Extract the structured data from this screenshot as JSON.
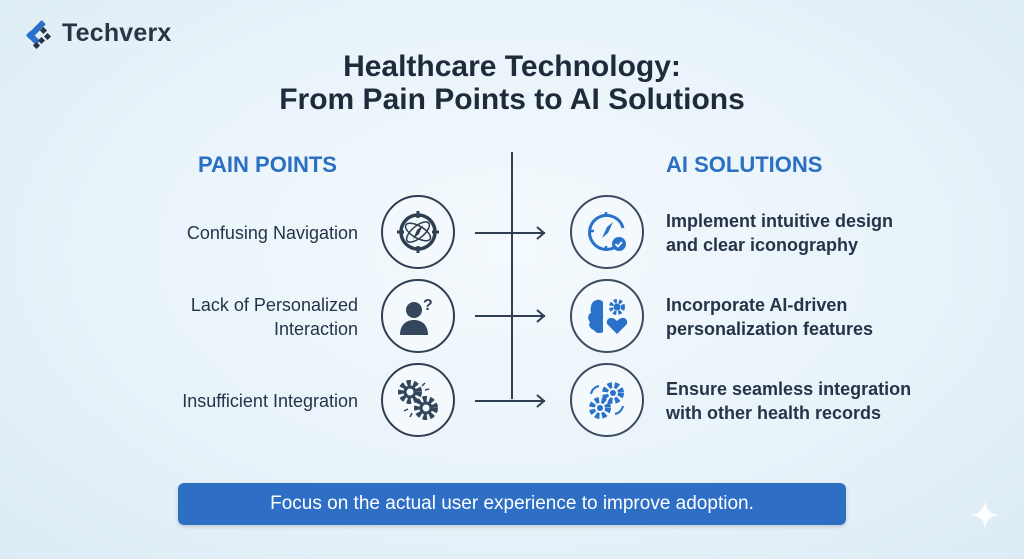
{
  "brand": {
    "name": "Techverx"
  },
  "title": {
    "line1": "Healthcare Technology:",
    "line2": "From Pain Points to AI Solutions"
  },
  "headings": {
    "pain": "PAIN POINTS",
    "solutions": "AI SOLUTIONS"
  },
  "rows": [
    {
      "pain": "Confusing Navigation",
      "pain_icon": "compass-confused-icon",
      "solution_line1": "Implement intuitive design",
      "solution_line2": "and clear iconography",
      "solution_icon": "compass-check-icon"
    },
    {
      "pain_line1": "Lack of Personalized",
      "pain_line2": "Interaction",
      "pain_icon": "person-question-icon",
      "solution_line1": "Incorporate AI-driven",
      "solution_line2": "personalization features",
      "solution_icon": "brain-gear-heart-icon"
    },
    {
      "pain": "Insufficient Integration",
      "pain_icon": "broken-gears-icon",
      "solution_line1": "Ensure seamless integration",
      "solution_line2": "with other health records",
      "solution_icon": "sync-gears-icon"
    }
  ],
  "banner": "Focus on the actual user experience to improve adoption.",
  "colors": {
    "accent": "#2e6fc5",
    "dark": "#2f3e52",
    "background": "#e7f2f9"
  }
}
